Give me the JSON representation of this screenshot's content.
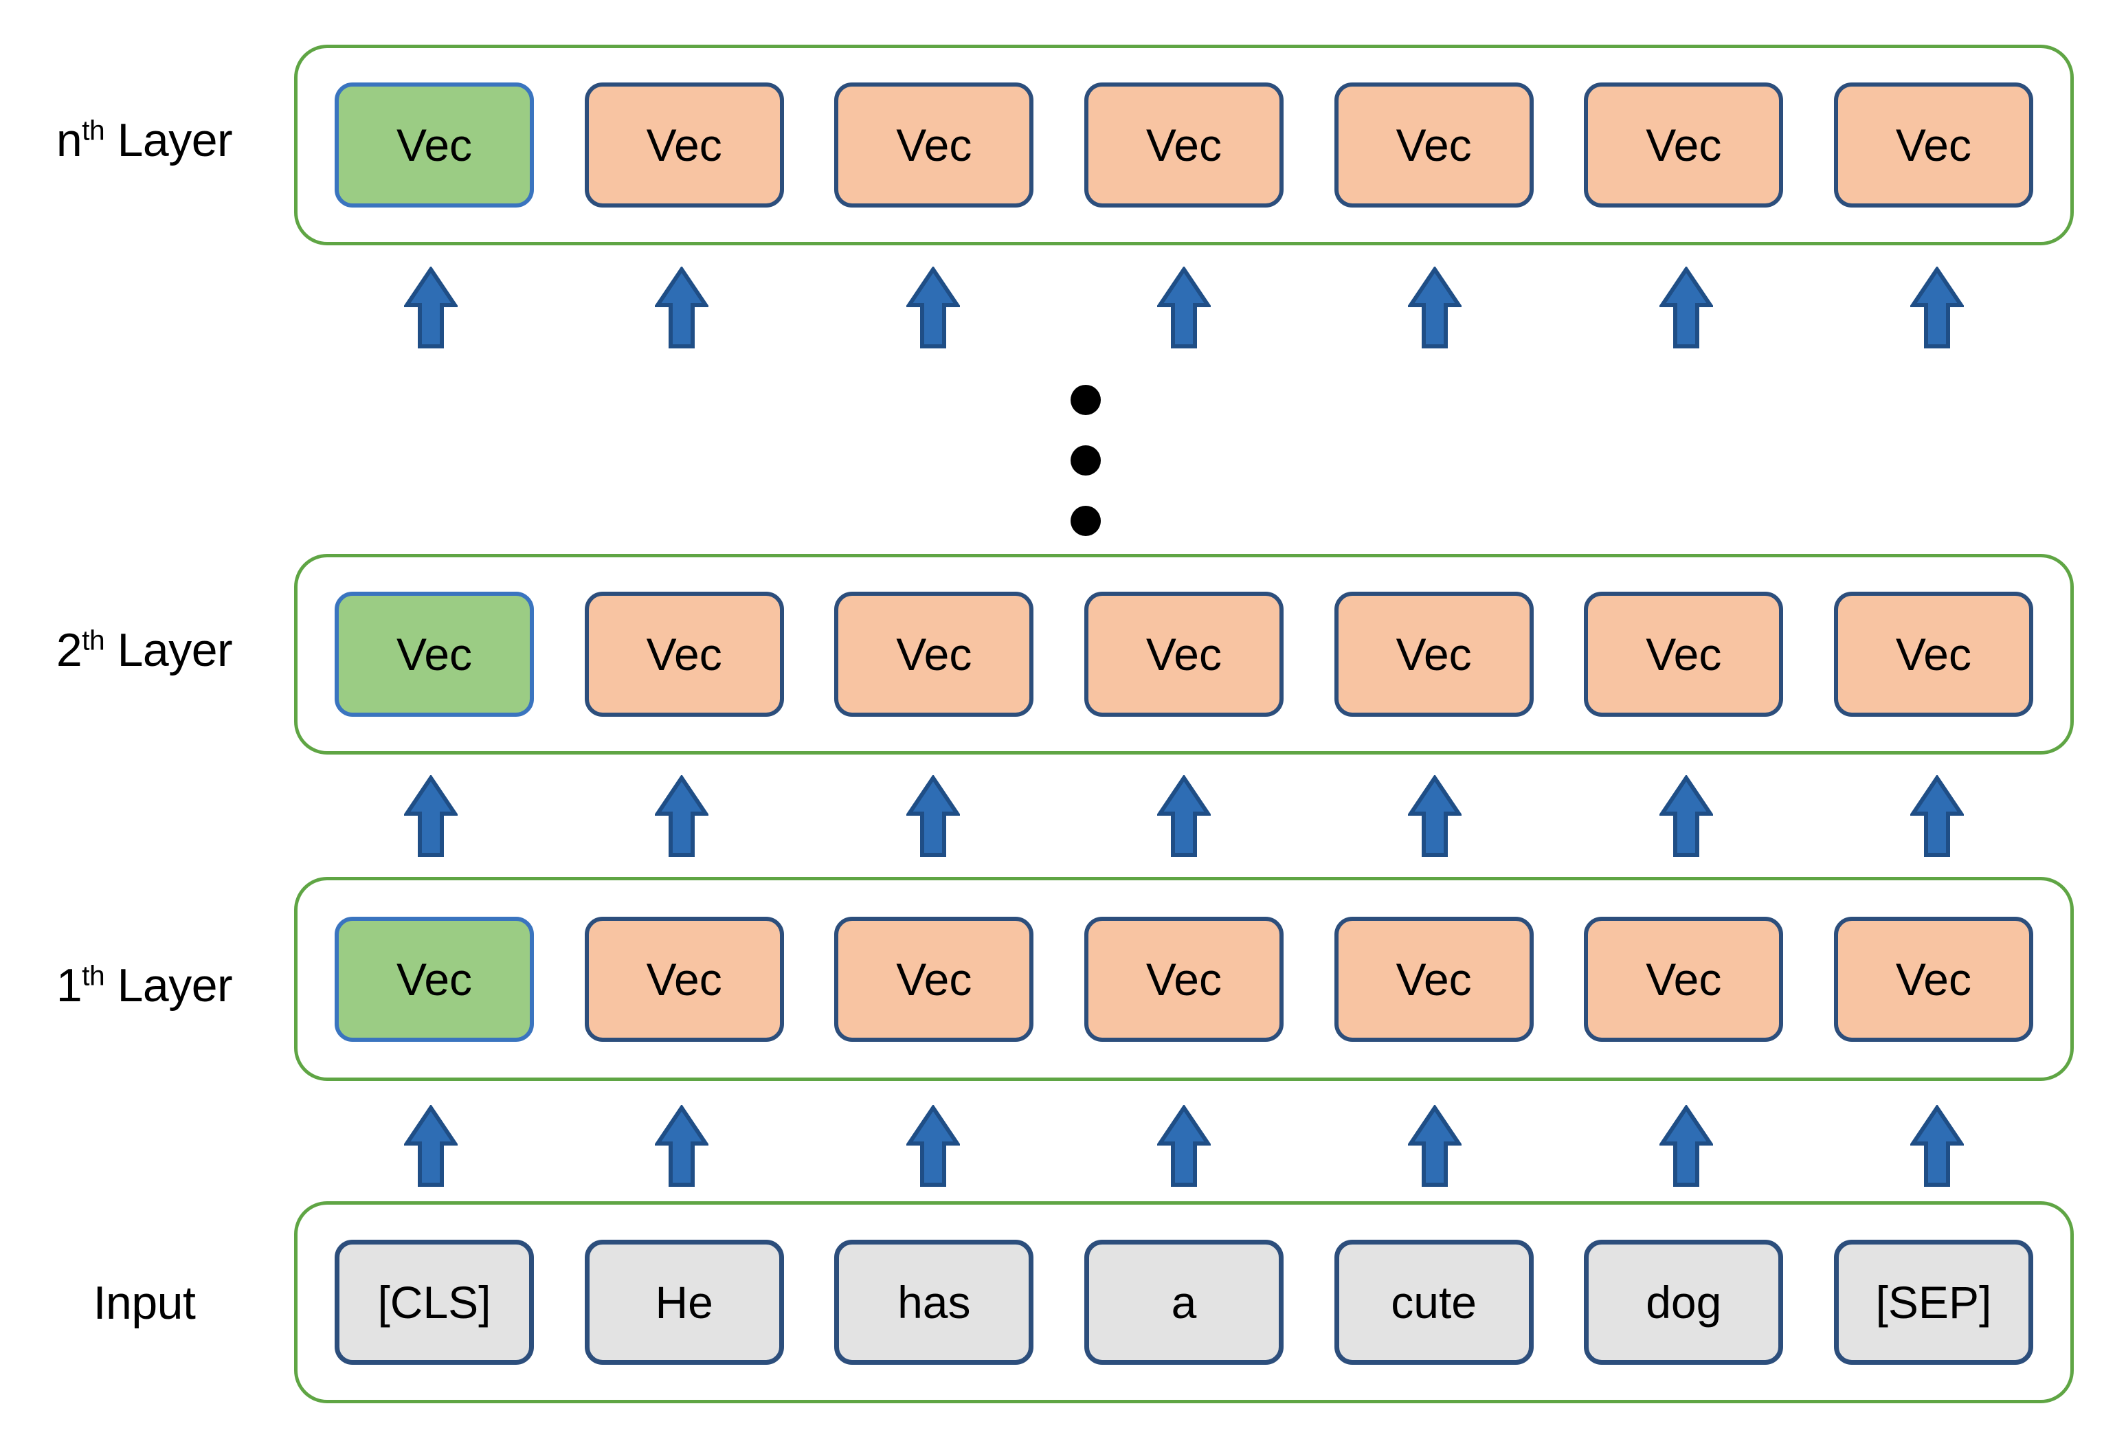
{
  "diagram": {
    "title": "BERT layer-wise token representation diagram",
    "colors": {
      "container_border": "#5FA544",
      "vec_fill": "#F8C4A2",
      "vec_highlight_fill": "#9BCC84",
      "vec_border": "#2C4E7C",
      "vec_highlight_border": "#3A74BF",
      "token_fill": "#E3E3E3",
      "token_border": "#2C4E7C",
      "arrow_fill": "#2E6DB4",
      "arrow_border": "#1F4E86",
      "dot_color": "#000000",
      "text_color": "#000000",
      "background": "#FFFFFF"
    }
  },
  "rows": [
    {
      "id": "layer-n",
      "label_main": "n",
      "label_sup": "th",
      "label_tail": " Layer",
      "cells": [
        {
          "text": "Vec",
          "highlight": true
        },
        {
          "text": "Vec",
          "highlight": false
        },
        {
          "text": "Vec",
          "highlight": false
        },
        {
          "text": "Vec",
          "highlight": false
        },
        {
          "text": "Vec",
          "highlight": false
        },
        {
          "text": "Vec",
          "highlight": false
        },
        {
          "text": "Vec",
          "highlight": false
        }
      ]
    },
    {
      "id": "layer-2",
      "label_main": "2",
      "label_sup": "th",
      "label_tail": " Layer",
      "cells": [
        {
          "text": "Vec",
          "highlight": true
        },
        {
          "text": "Vec",
          "highlight": false
        },
        {
          "text": "Vec",
          "highlight": false
        },
        {
          "text": "Vec",
          "highlight": false
        },
        {
          "text": "Vec",
          "highlight": false
        },
        {
          "text": "Vec",
          "highlight": false
        },
        {
          "text": "Vec",
          "highlight": false
        }
      ]
    },
    {
      "id": "layer-1",
      "label_main": "1",
      "label_sup": "th",
      "label_tail": " Layer",
      "cells": [
        {
          "text": "Vec",
          "highlight": true
        },
        {
          "text": "Vec",
          "highlight": false
        },
        {
          "text": "Vec",
          "highlight": false
        },
        {
          "text": "Vec",
          "highlight": false
        },
        {
          "text": "Vec",
          "highlight": false
        },
        {
          "text": "Vec",
          "highlight": false
        },
        {
          "text": "Vec",
          "highlight": false
        }
      ]
    },
    {
      "id": "input",
      "label_main": "Input",
      "label_sup": "",
      "label_tail": "",
      "cells": [
        {
          "text": "[CLS]",
          "highlight": false
        },
        {
          "text": "He",
          "highlight": false
        },
        {
          "text": "has",
          "highlight": false
        },
        {
          "text": "a",
          "highlight": false
        },
        {
          "text": "cute",
          "highlight": false
        },
        {
          "text": "dog",
          "highlight": false
        },
        {
          "text": "[SEP]",
          "highlight": false
        }
      ]
    }
  ],
  "arrow_rows": [
    {
      "id": "arrows-to-layer-n",
      "count": 7,
      "icon": "arrow-up-icon"
    },
    {
      "id": "arrows-to-layer-2",
      "count": 7,
      "icon": "arrow-up-icon"
    },
    {
      "id": "arrows-to-layer-1",
      "count": 7,
      "icon": "arrow-up-icon"
    }
  ],
  "ellipsis": {
    "id": "vertical-ellipsis",
    "dots": 3,
    "meaning": "intermediate layers omitted"
  }
}
